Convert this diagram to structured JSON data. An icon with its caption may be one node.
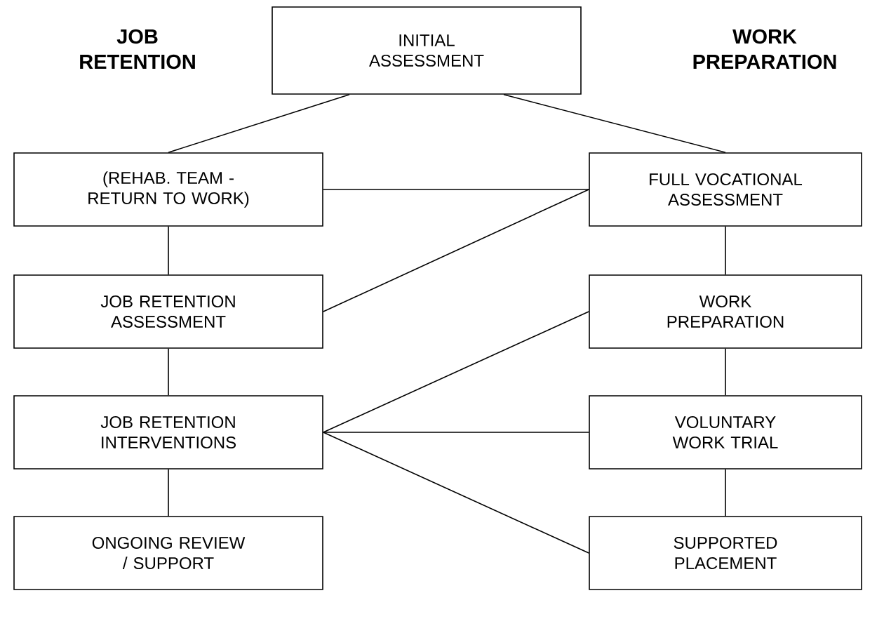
{
  "diagram": {
    "nodes": [
      {
        "text": [
          "INITIAL ASSESSMENT"
        ]
      },
      {
        "text": [
          "(REHAB. TEAM - RETURN TO WORK)"
        ]
      },
      {
        "text": [
          "FULL VOCATIONAL ASSESSMENT"
        ]
      },
      {
        "text": [
          "JOB RETENTION ASSESSMENT"
        ]
      },
      {
        "text": [
          "WORK PREPARATION"
        ]
      },
      {
        "text": [
          "JOB RETENTION INTERVENTIONS"
        ]
      },
      {
        "text": [
          "VOLUNTARY WORK TRIAL"
        ]
      },
      {
        "text": [
          "ONGOING REVIEW / SUPPORT"
        ]
      },
      {
        "text": [
          "SUPPORTED PLACEMENT"
        ]
      }
    ],
    "edges": [
      {
        "from": 0,
        "to": 1,
        "arrow": "none"
      },
      {
        "from": 0,
        "to": 2,
        "arrow": "none"
      },
      {
        "from": 1,
        "to": 2,
        "arrow": "none"
      },
      {
        "from": 1,
        "to": 3,
        "arrow": "none"
      },
      {
        "from": 2,
        "to": 3,
        "arrow": "none"
      },
      {
        "from": 2,
        "to": 4,
        "arrow": "none"
      },
      {
        "from": 3,
        "to": 5,
        "arrow": "none"
      },
      {
        "from": 4,
        "to": 5,
        "arrow": "none"
      },
      {
        "from": 4,
        "to": 6,
        "arrow": "none"
      },
      {
        "from": 5,
        "to": 6,
        "arrow": "none"
      },
      {
        "from": 5,
        "to": 8,
        "arrow": "none"
      },
      {
        "from": 5,
        "to": 7,
        "arrow": "none"
      },
      {
        "from": 6,
        "to": 8,
        "arrow": "none"
      }
    ],
    "labels": [
      "JOB RETENTION",
      "WORK PREPARATION"
    ]
  }
}
